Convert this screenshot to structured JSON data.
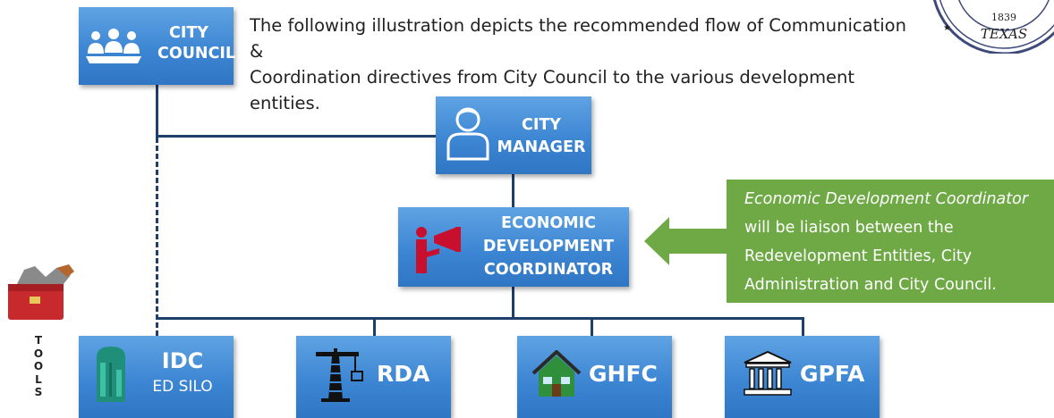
{
  "intro": {
    "line1": "The following illustration depicts the recommended flow of Communication &",
    "line2": "Coordination directives from City Council to the various development entities."
  },
  "seal": {
    "year": "1839",
    "state": "TEXAS"
  },
  "nodes": {
    "city_council": {
      "line1": "CITY",
      "line2": "COUNCIL",
      "icon": "group-people-icon"
    },
    "city_manager": {
      "line1": "CITY",
      "line2": "MANAGER",
      "icon": "person-icon"
    },
    "edc": {
      "line1": "ECONOMIC",
      "line2": "DEVELOPMENT",
      "line3": "COORDINATOR",
      "icon": "megaphone-icon"
    },
    "idc": {
      "line1": "IDC",
      "line2": "ED SILO",
      "icon": "silo-icon"
    },
    "rda": {
      "line1": "RDA",
      "icon": "crane-icon"
    },
    "ghfc": {
      "line1": "GHFC",
      "icon": "house-icon"
    },
    "gpfa": {
      "line1": "GPFA",
      "icon": "bank-icon"
    }
  },
  "callout": {
    "title": "Economic Development Coordinator",
    "line1": "will be liaison between the",
    "line2": "Redevelopment Entities, City",
    "line3": "Administration and City Council.",
    "color": "#6fa946"
  },
  "tools": {
    "letters": [
      "T",
      "O",
      "O",
      "L",
      "S"
    ]
  },
  "colors": {
    "box": "#3d86d3",
    "connector": "#1f3f6b",
    "icon_red": "#c8102e"
  }
}
